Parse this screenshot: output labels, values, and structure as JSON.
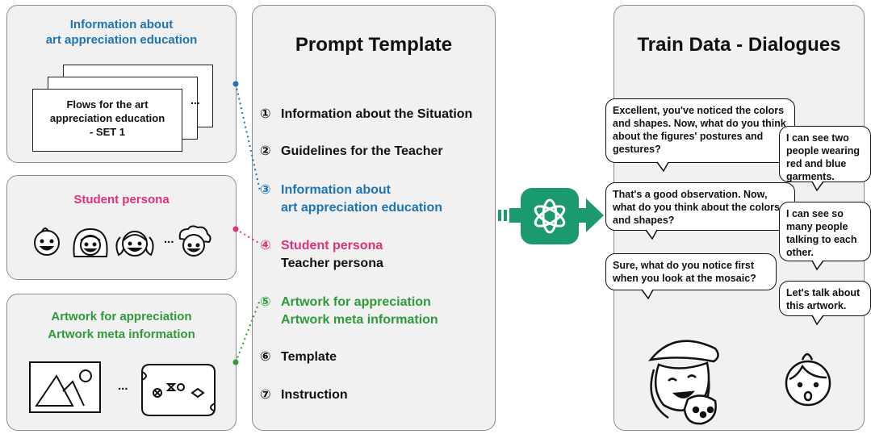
{
  "left": {
    "info_panel": {
      "title_line1": "Information about",
      "title_line2": "art appreciation education",
      "card_line1": "Flows for the art",
      "card_line2": "appreciation education",
      "card_line3": "- SET 1",
      "ellipsis": "..."
    },
    "persona_panel": {
      "title": "Student persona",
      "ellipsis": "..."
    },
    "artwork_panel": {
      "title_line1": "Artwork for appreciation",
      "title_line2": "Artwork meta information",
      "ellipsis": "..."
    }
  },
  "prompt_template": {
    "title": "Prompt Template",
    "steps": [
      {
        "num": "①",
        "label": "Information about the Situation"
      },
      {
        "num": "②",
        "label": "Guidelines for the Teacher"
      },
      {
        "num": "③",
        "label": "Information about",
        "label2": "art appreciation education"
      },
      {
        "num": "④",
        "label": "Student persona",
        "label2": "Teacher persona"
      },
      {
        "num": "⑤",
        "label": "Artwork for appreciation",
        "label2": "Artwork meta information"
      },
      {
        "num": "⑥",
        "label": "Template"
      },
      {
        "num": "⑦",
        "label": "Instruction"
      }
    ]
  },
  "train_data": {
    "title": "Train Data - Dialogues",
    "bubbles": [
      {
        "speaker": "teacher",
        "text": "Excellent, you've noticed the colors and shapes. Now, what do you think about the figures' postures and gestures?"
      },
      {
        "speaker": "student",
        "text": "I can see two people wearing red and blue garments."
      },
      {
        "speaker": "teacher",
        "text": "That's a good observation. Now, what do you think about the colors and shapes?"
      },
      {
        "speaker": "student",
        "text": "I can see so many people talking to each other."
      },
      {
        "speaker": "teacher",
        "text": "Sure, what do you notice first when you look at the mosaic?"
      },
      {
        "speaker": "student",
        "text": "Let's talk about this artwork."
      }
    ]
  },
  "colors": {
    "blue": "#1f73b7",
    "pink": "#e0307a",
    "green": "#2f9a3a",
    "arrow": "#1a9a6e"
  },
  "icons": [
    "openai-logo-icon",
    "face-icon",
    "mountain-image-icon",
    "map-scroll-icon"
  ]
}
